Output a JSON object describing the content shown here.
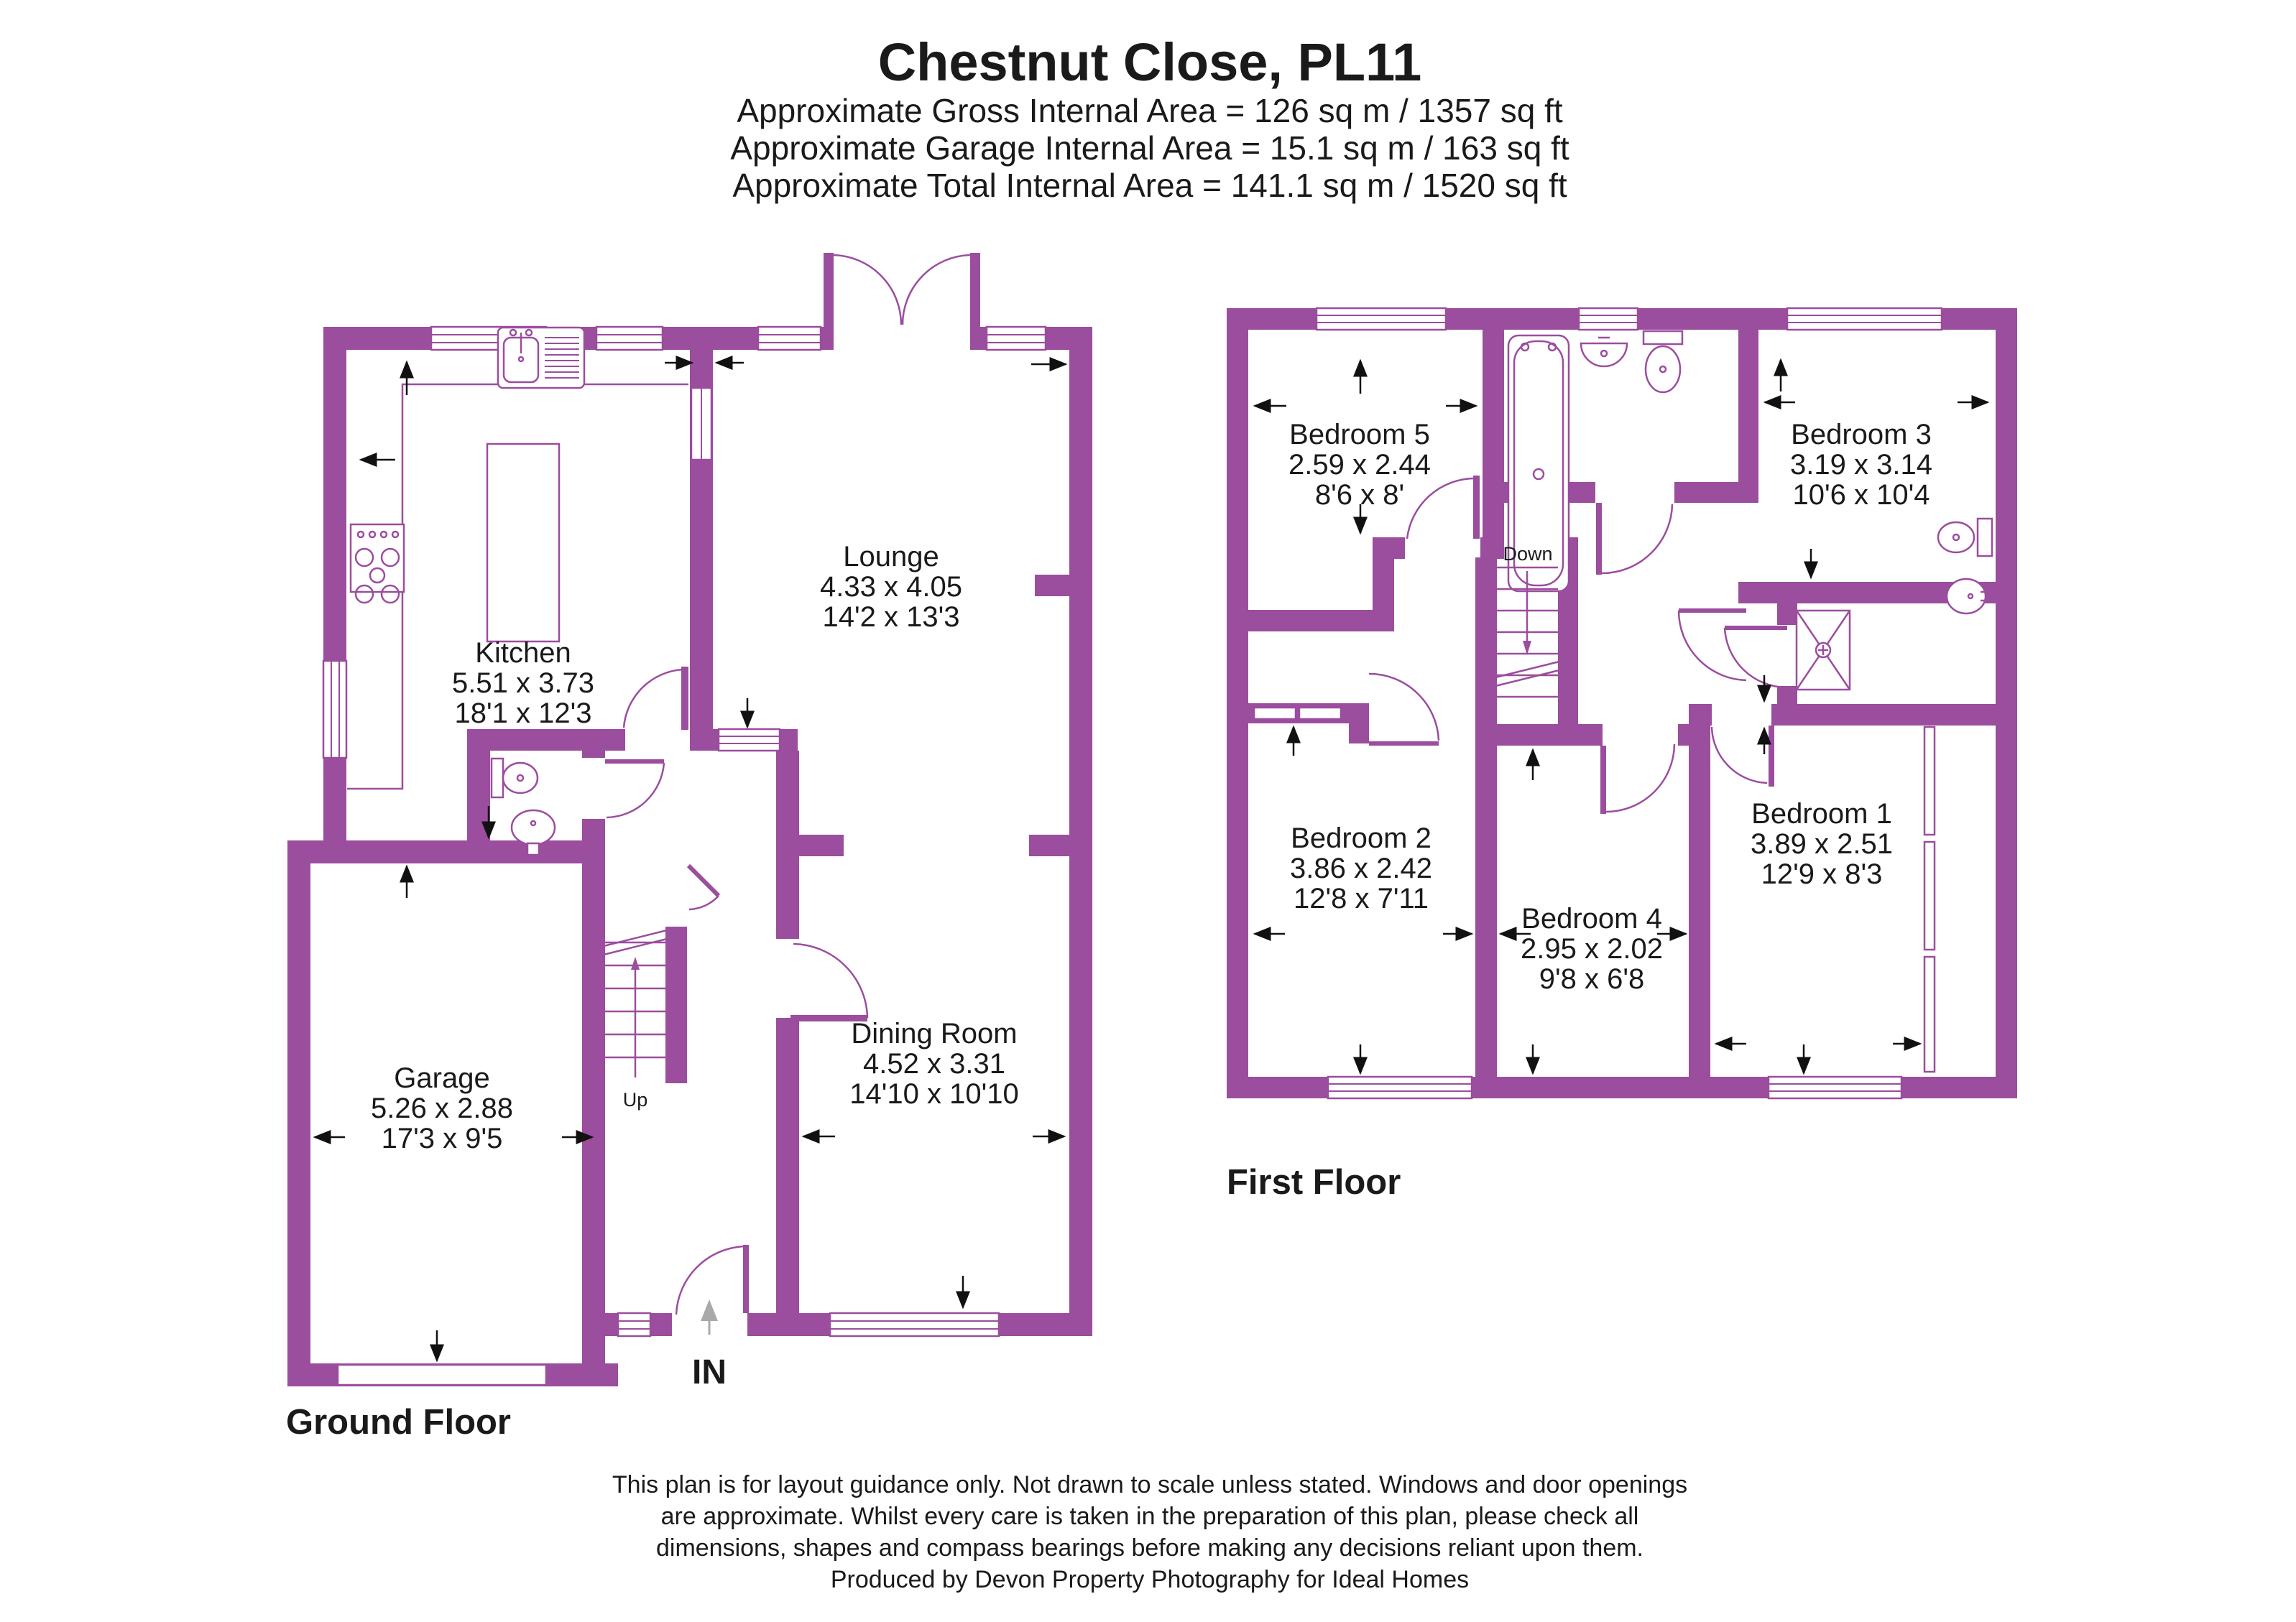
{
  "header": {
    "title": "Chestnut Close, PL11",
    "area_lines": [
      "Approximate Gross Internal Area = 126 sq m / 1357 sq ft",
      "Approximate Garage Internal Area = 15.1 sq m / 163 sq ft",
      "Approximate Total Internal Area = 141.1 sq m / 1520 sq ft"
    ]
  },
  "floors": {
    "ground": {
      "label": "Ground Floor"
    },
    "first": {
      "label": "First Floor"
    }
  },
  "rooms": {
    "kitchen": {
      "name": "Kitchen",
      "metric": "5.51 x 3.73",
      "imperial": "18'1 x 12'3"
    },
    "lounge": {
      "name": "Lounge",
      "metric": "4.33 x 4.05",
      "imperial": "14'2 x 13'3"
    },
    "dining": {
      "name": "Dining Room",
      "metric": "4.52 x 3.31",
      "imperial": "14'10 x 10'10"
    },
    "garage": {
      "name": "Garage",
      "metric": "5.26 x 2.88",
      "imperial": "17'3 x 9'5"
    },
    "bedroom1": {
      "name": "Bedroom 1",
      "metric": "3.89 x 2.51",
      "imperial": "12'9 x 8'3"
    },
    "bedroom2": {
      "name": "Bedroom 2",
      "metric": "3.86 x 2.42",
      "imperial": "12'8 x 7'11"
    },
    "bedroom3": {
      "name": "Bedroom 3",
      "metric": "3.19 x 3.14",
      "imperial": "10'6 x 10'4"
    },
    "bedroom4": {
      "name": "Bedroom 4",
      "metric": "2.95 x 2.02",
      "imperial": "9'8 x 6'8"
    },
    "bedroom5": {
      "name": "Bedroom 5",
      "metric": "2.59 x 2.44",
      "imperial": "8'6 x 8'"
    }
  },
  "annotations": {
    "up": "Up",
    "down": "Down",
    "entrance": "IN"
  },
  "footer": {
    "disclaimer_lines": [
      "This plan is for layout guidance only. Not drawn to scale unless stated. Windows and door openings",
      "are approximate. Whilst every care is taken in the preparation of this plan, please check all",
      "dimensions, shapes and compass bearings before making any decisions reliant upon them.",
      "Produced by Devon Property Photography for Ideal Homes"
    ]
  },
  "colors": {
    "wall": "#9B4D9E",
    "text": "#1A1A1A",
    "dimension_arrow": "#111111",
    "entry_arrow": "#A9A9A9"
  }
}
